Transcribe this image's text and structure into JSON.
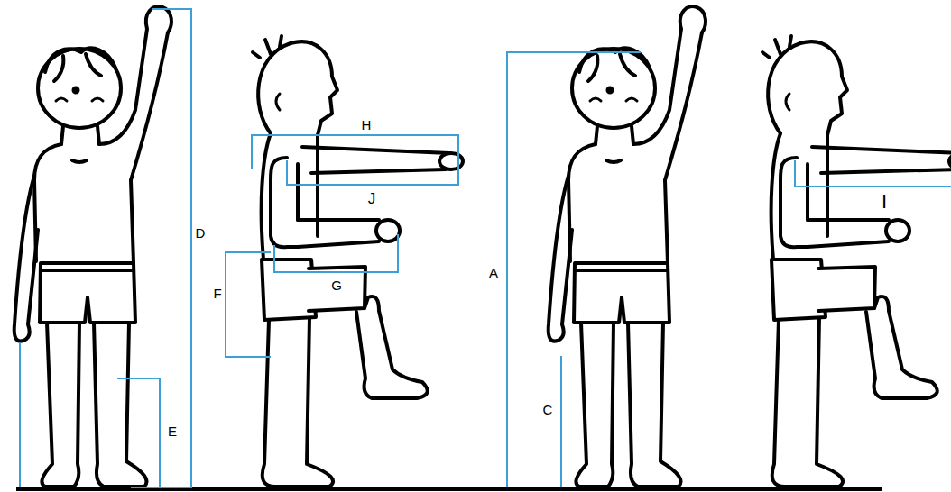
{
  "diagram": {
    "labels": [
      "D",
      "E",
      "H",
      "J",
      "F",
      "G",
      "A",
      "C",
      "I"
    ]
  }
}
